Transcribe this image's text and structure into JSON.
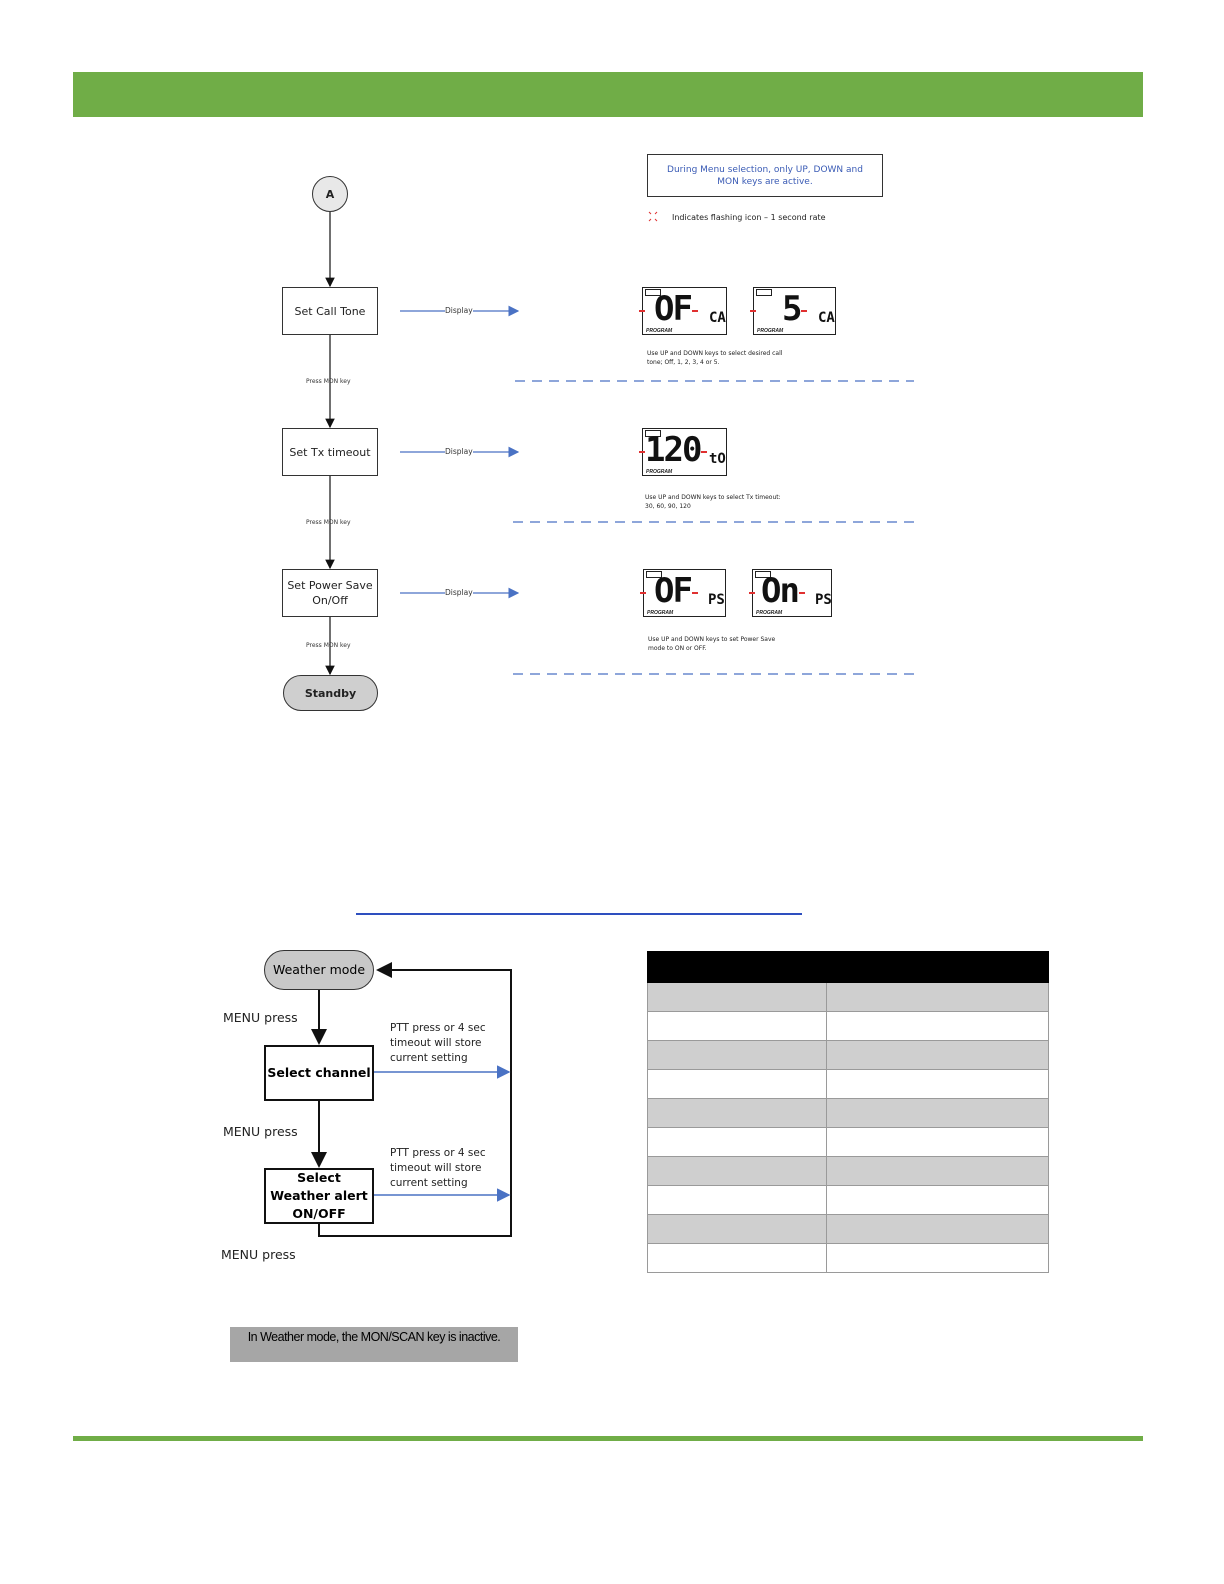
{
  "flow_top": {
    "start_node": "A",
    "steps": [
      {
        "label": "Set Call Tone",
        "arrow_label": "Display",
        "transition": "Press MON key"
      },
      {
        "label": "Set Tx timeout",
        "arrow_label": "Display",
        "transition": "Press MON key"
      },
      {
        "label": "Set Power Save On/Off",
        "arrow_label": "Display",
        "transition": "Press MON key"
      }
    ],
    "end_node": "Standby"
  },
  "legend": {
    "note": "During Menu selection, only UP, DOWN and MON keys are active.",
    "flash_note": "Indicates flashing icon – 1 second rate"
  },
  "lcds": {
    "call_tone": [
      {
        "value": "OF",
        "suffix": "CA"
      },
      {
        "value": "5",
        "suffix": "CA"
      }
    ],
    "call_tone_note": "Use UP and DOWN keys to select desired call tone; Off, 1, 2, 3, 4 or 5.",
    "tx_timeout": [
      {
        "value": "120",
        "suffix": "tO"
      }
    ],
    "tx_timeout_note": "Use UP and DOWN keys to select Tx timeout: 30, 60, 90, 120",
    "power_save": [
      {
        "value": "OF",
        "suffix": "PS"
      },
      {
        "value": "On",
        "suffix": "PS"
      }
    ],
    "power_save_note": "Use UP and DOWN keys to set Power Save mode to ON or OFF.",
    "prog_label": "PROGRAM"
  },
  "weather_flow": {
    "start": "Weather mode",
    "menu_press_1": "MENU press",
    "select_channel": "Select channel",
    "menu_press_2": "MENU press",
    "select_alert": "Select Weather alert ON/OFF",
    "menu_press_3": "MENU press",
    "ptt_note_1": "PTT press or 4 sec timeout will store current setting",
    "ptt_note_2": "PTT press or 4 sec timeout will store current setting"
  },
  "weather_note": "In Weather mode, the MON/SCAN key is inactive.",
  "table": {
    "rows": 10
  },
  "colors": {
    "header_green": "#70ad47",
    "link_blue": "#2e4fbf",
    "arrow_blue": "#4a72c4",
    "flash_red": "#e03030"
  }
}
